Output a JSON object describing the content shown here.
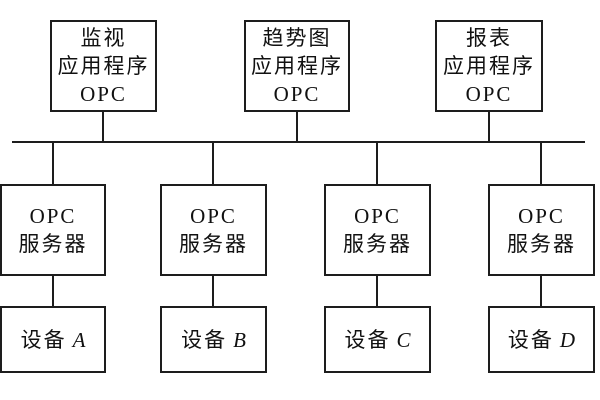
{
  "colors": {
    "line": "#1d1d1d",
    "background": "#ffffff",
    "text": "#111111"
  },
  "top_boxes": [
    {
      "lines": [
        "监视",
        "应用程序",
        "OPC"
      ]
    },
    {
      "lines": [
        "趋势图",
        "应用程序",
        "OPC"
      ]
    },
    {
      "lines": [
        "报表",
        "应用程序",
        "OPC"
      ]
    }
  ],
  "server_boxes": [
    {
      "lines": [
        "OPC",
        "服务器"
      ]
    },
    {
      "lines": [
        "OPC",
        "服务器"
      ]
    },
    {
      "lines": [
        "OPC",
        "服务器"
      ]
    },
    {
      "lines": [
        "OPC",
        "服务器"
      ]
    }
  ],
  "device_boxes": [
    {
      "label": "设备",
      "letter": "A"
    },
    {
      "label": "设备",
      "letter": "B"
    },
    {
      "label": "设备",
      "letter": "C"
    },
    {
      "label": "设备",
      "letter": "D"
    }
  ]
}
